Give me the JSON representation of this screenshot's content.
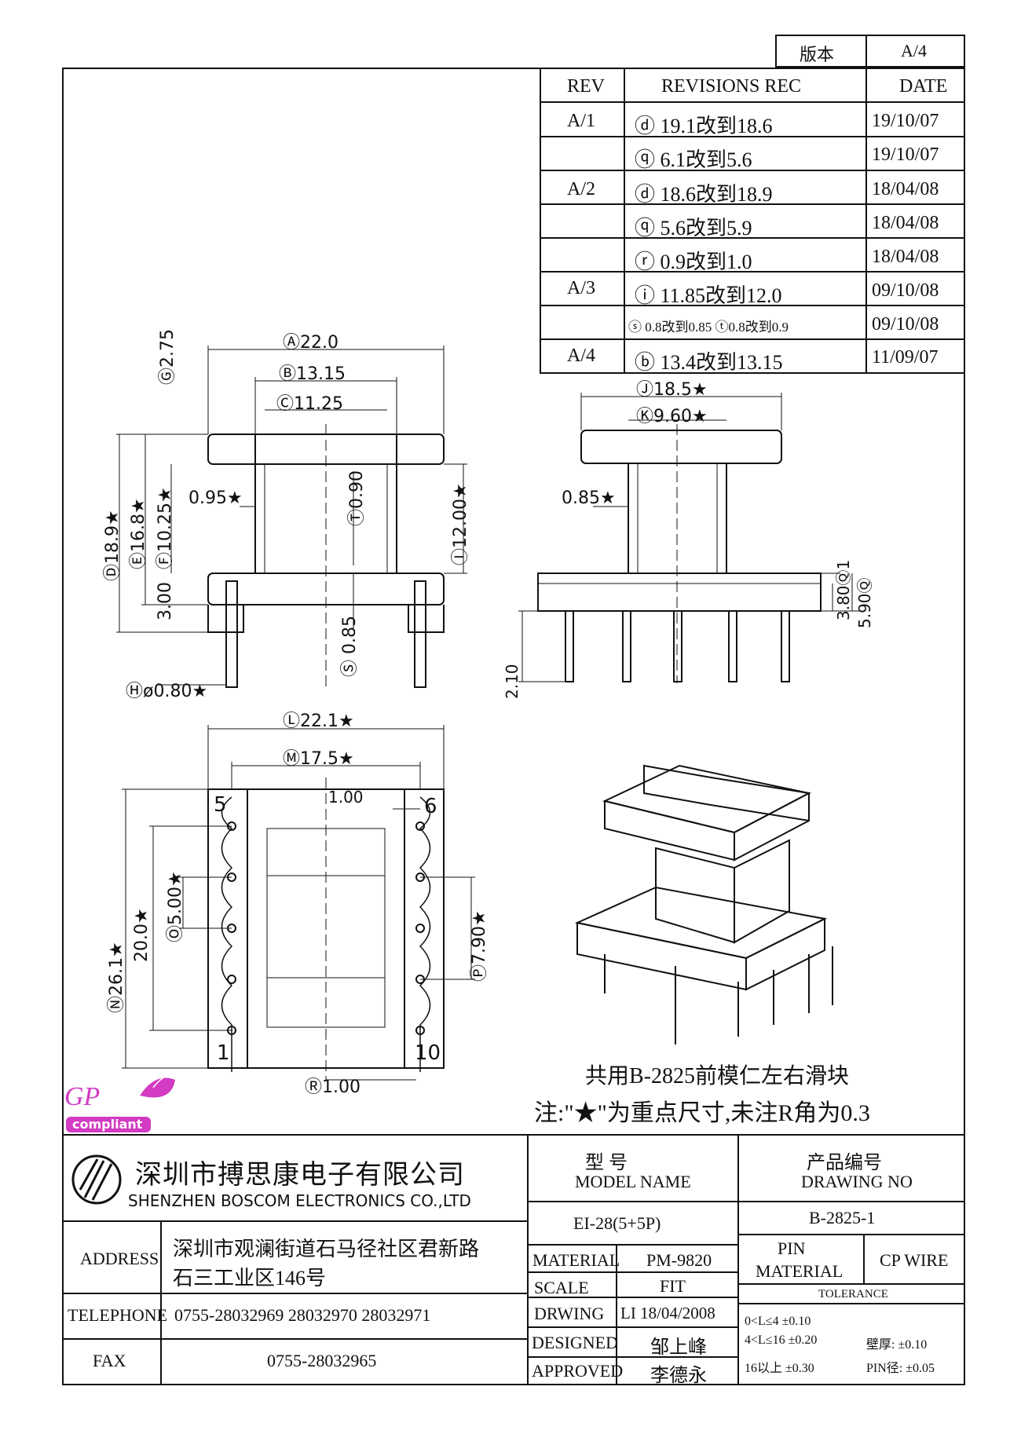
{
  "version": {
    "label": "版本",
    "value": "A/4"
  },
  "revisions": {
    "headers": {
      "rev": "REV",
      "rec": "REVISIONS REC",
      "date": "DATE"
    },
    "rows": [
      {
        "rev": "A/1",
        "mark": "D",
        "text": "19.1改到18.6",
        "date": "19/10/07"
      },
      {
        "rev": "",
        "mark": "Q",
        "text": "6.1改到5.6",
        "date": "19/10/07"
      },
      {
        "rev": "A/2",
        "mark": "D",
        "text": "18.6改到18.9",
        "date": "18/04/08"
      },
      {
        "rev": "",
        "mark": "Q",
        "text": "5.6改到5.9",
        "date": "18/04/08"
      },
      {
        "rev": "",
        "mark": "R",
        "text": "0.9改到1.0",
        "date": "18/04/08"
      },
      {
        "rev": "A/3",
        "mark": "I",
        "text": "11.85改到12.0",
        "date": "09/10/08"
      },
      {
        "rev": "",
        "mark": "S",
        "text": "0.8改到0.85",
        "mark2": "T",
        "text2": "0.8改到0.9",
        "date": "09/10/08"
      },
      {
        "rev": "A/4",
        "mark": "B",
        "text": "13.4改到13.15",
        "date": "11/09/07"
      }
    ]
  },
  "dims": {
    "A": "22.0",
    "B": "13.15",
    "C": "11.25",
    "G": "2.75",
    "D": "18.9★",
    "E": "16.8★",
    "F": "10.25★",
    "d095": "0.95★",
    "T": "0.90",
    "I": "12.00★",
    "d300": "3.00",
    "S": "0.85",
    "H": "ø0.80★",
    "J": "18.5★",
    "K": "9.60★",
    "d085": "0.85★",
    "Q1": "3.80",
    "Q": "5.90",
    "d210": "2.10",
    "L": "22.1★",
    "M": "17.5★",
    "d100": "1.00",
    "N": "26.1★",
    "d200": "20.0★",
    "O": "5.00★",
    "P": "7.90★",
    "R": "1.00",
    "pin5": "5",
    "pin6": "6",
    "pin1": "1",
    "pin10": "10"
  },
  "notes": {
    "line1": "共用B-2825前模仁左右滑块",
    "line2": "注:\"★\"为重点尺寸,未注R角为0.3"
  },
  "gp": {
    "mark": "GP",
    "label": "compliant"
  },
  "company": {
    "name_cn": "深圳市搏思康电子有限公司",
    "name_en": "SHENZHEN BOSCOM ELECTRONICS CO.,LTD",
    "address_label": "ADDRESS",
    "address_line1": "深圳市观澜街道石马径社区君新路",
    "address_line2": "石三工业区146号",
    "telephone_label": "TELEPHONE",
    "telephone": "0755-28032969 28032970 28032971",
    "fax_label": "FAX",
    "fax": "0755-28032965"
  },
  "title_block": {
    "model_cn": "型   号",
    "model_en": "MODEL NAME",
    "model_value": "EI-28(5+5P)",
    "drawing_cn": "产品编号",
    "drawing_en": "DRAWING NO",
    "drawing_value": "B-2825-1",
    "material_label": "MATERIAL",
    "material_value": "PM-9820",
    "scale_label": "SCALE",
    "scale_value": "FIT",
    "drwing_label": "DRWING",
    "drwing_value": "LI 18/04/2008",
    "designed_label": "DESIGNED",
    "designed_value": "邹上峰",
    "approved_label": "APPROVED",
    "approved_value": "李德永",
    "pin_label1": "PIN",
    "pin_label2": "MATERIAL",
    "pin_value": "CP WIRE",
    "tolerance_label": "TOLERANCE",
    "tol1": "0<L≤4  ±0.10",
    "tol2": "4<L≤16  ±0.20",
    "tol3": "16以上     ±0.30",
    "wall": "壁厚:   ±0.10",
    "pin_dia": "PIN径: ±0.05"
  }
}
